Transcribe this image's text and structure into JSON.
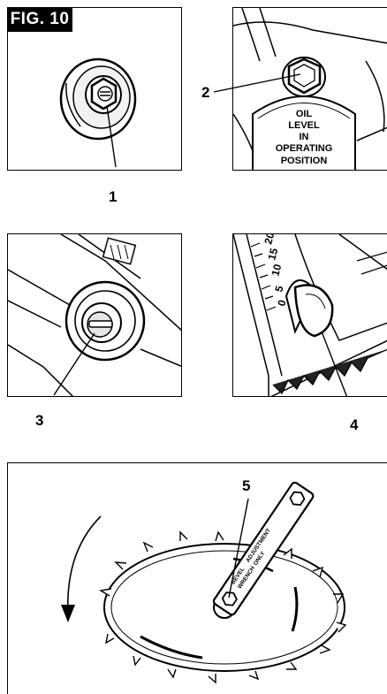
{
  "figure": {
    "label": "FIG. 10"
  },
  "callouts": [
    "1",
    "2",
    "3",
    "4",
    "5"
  ],
  "panel2": {
    "oil_text": [
      "OIL",
      "LEVEL",
      "IN",
      "OPERATING",
      "POSITION"
    ]
  },
  "panel4": {
    "scale_numbers": [
      "0",
      "5",
      "10",
      "15",
      "20"
    ]
  },
  "panel5": {
    "wrench_text": [
      "BEVEL",
      "ADJUSTMENT",
      "WRENCH",
      "ONLY"
    ]
  }
}
